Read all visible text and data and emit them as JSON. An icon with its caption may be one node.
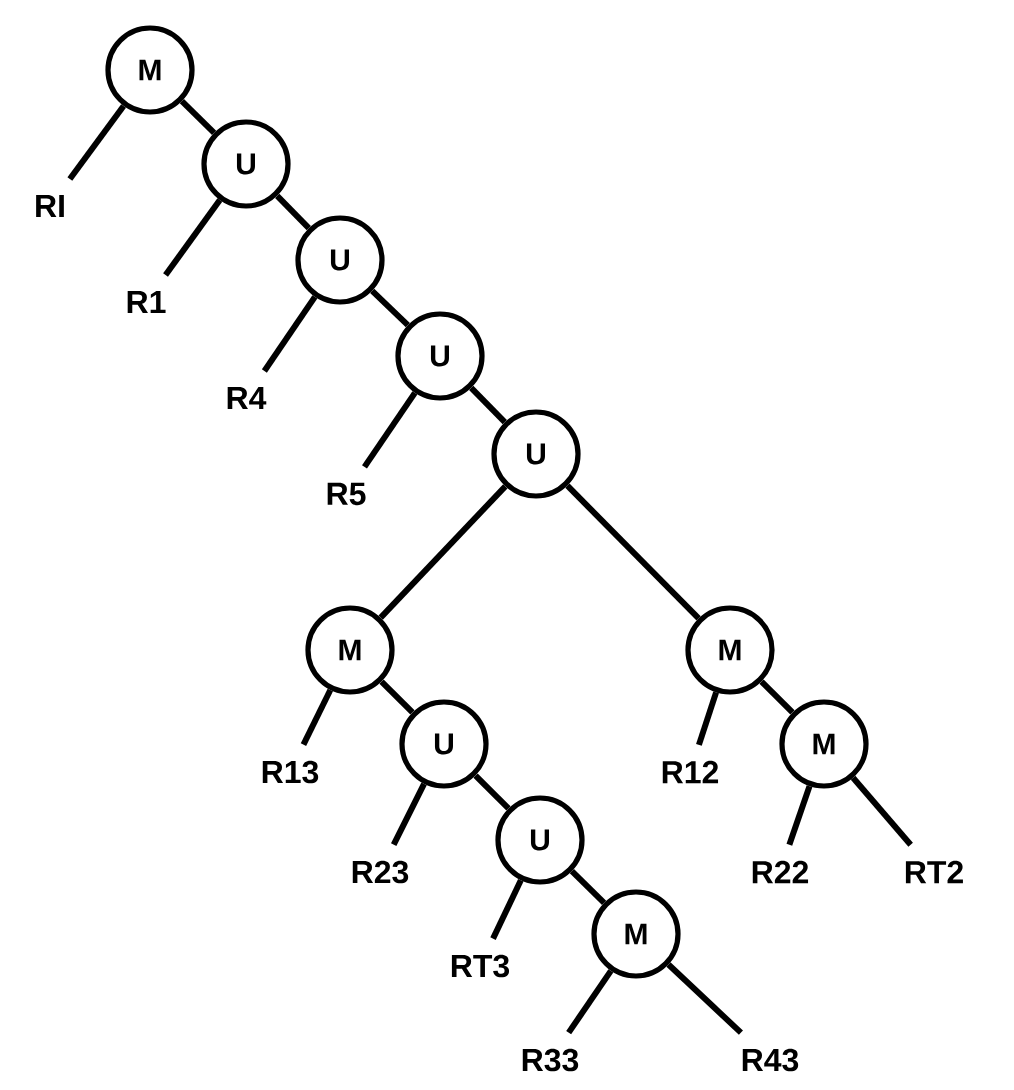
{
  "diagram": {
    "nodes": [
      {
        "text": [
          "M"
        ]
      },
      {
        "text": [
          "RI"
        ]
      },
      {
        "text": [
          "U"
        ]
      },
      {
        "text": [
          "R1"
        ]
      },
      {
        "text": [
          "U"
        ]
      },
      {
        "text": [
          "R4"
        ]
      },
      {
        "text": [
          "U"
        ]
      },
      {
        "text": [
          "R5"
        ]
      },
      {
        "text": [
          "U"
        ]
      },
      {
        "text": [
          "M"
        ]
      },
      {
        "text": [
          "R13"
        ]
      },
      {
        "text": [
          "U"
        ]
      },
      {
        "text": [
          "R23"
        ]
      },
      {
        "text": [
          "U"
        ]
      },
      {
        "text": [
          "RT3"
        ]
      },
      {
        "text": [
          "M"
        ]
      },
      {
        "text": [
          "R33"
        ]
      },
      {
        "text": [
          "R43"
        ]
      },
      {
        "text": [
          "M"
        ]
      },
      {
        "text": [
          "R12"
        ]
      },
      {
        "text": [
          "M"
        ]
      },
      {
        "text": [
          "R22"
        ]
      },
      {
        "text": [
          "RT2"
        ]
      }
    ],
    "edges": [
      {
        "from": 0,
        "to": 1,
        "arrow": "none"
      },
      {
        "from": 0,
        "to": 2,
        "arrow": "none"
      },
      {
        "from": 2,
        "to": 3,
        "arrow": "none"
      },
      {
        "from": 2,
        "to": 4,
        "arrow": "none"
      },
      {
        "from": 4,
        "to": 5,
        "arrow": "none"
      },
      {
        "from": 4,
        "to": 6,
        "arrow": "none"
      },
      {
        "from": 6,
        "to": 7,
        "arrow": "none"
      },
      {
        "from": 6,
        "to": 8,
        "arrow": "none"
      },
      {
        "from": 8,
        "to": 9,
        "arrow": "none"
      },
      {
        "from": 8,
        "to": 18,
        "arrow": "none"
      },
      {
        "from": 9,
        "to": 10,
        "arrow": "none"
      },
      {
        "from": 9,
        "to": 11,
        "arrow": "none"
      },
      {
        "from": 11,
        "to": 12,
        "arrow": "none"
      },
      {
        "from": 11,
        "to": 13,
        "arrow": "none"
      },
      {
        "from": 13,
        "to": 14,
        "arrow": "none"
      },
      {
        "from": 13,
        "to": 15,
        "arrow": "none"
      },
      {
        "from": 15,
        "to": 16,
        "arrow": "none"
      },
      {
        "from": 15,
        "to": 17,
        "arrow": "none"
      },
      {
        "from": 18,
        "to": 19,
        "arrow": "none"
      },
      {
        "from": 18,
        "to": 20,
        "arrow": "none"
      },
      {
        "from": 20,
        "to": 21,
        "arrow": "none"
      },
      {
        "from": 20,
        "to": 22,
        "arrow": "none"
      }
    ]
  }
}
